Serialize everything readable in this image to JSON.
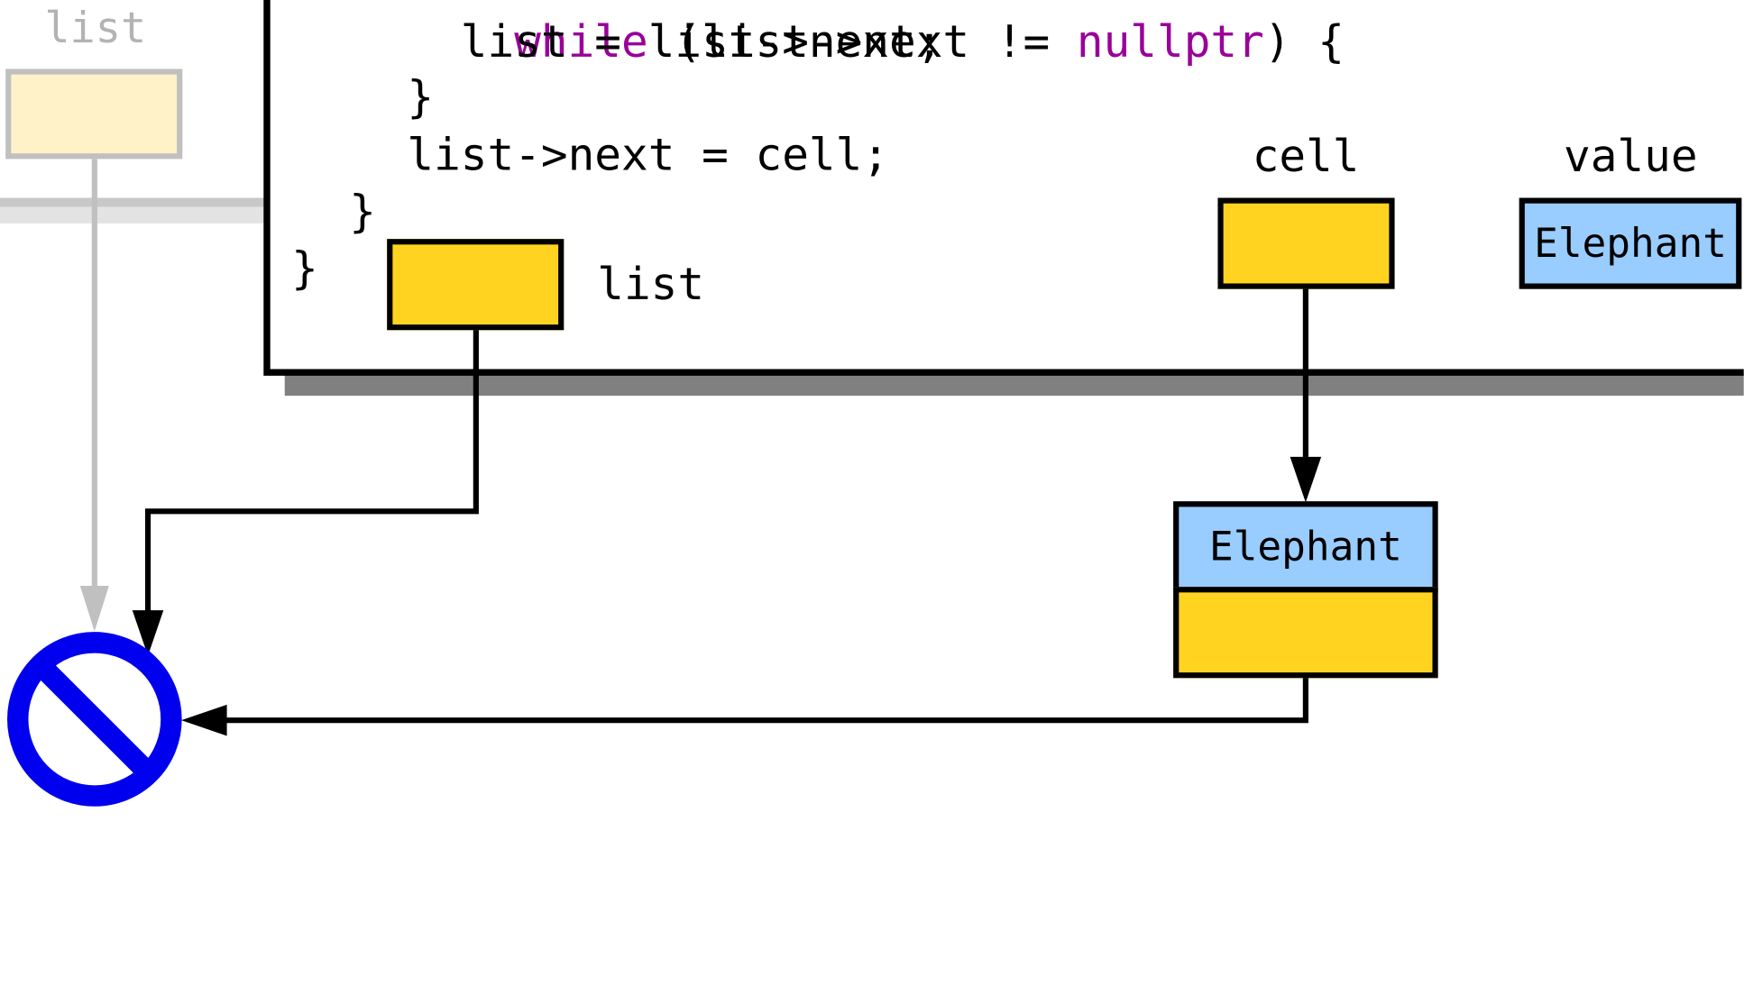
{
  "code": {
    "lines": [
      "while (list->next != nullptr) {",
      "  list = list->next;",
      "}",
      "list->next = cell;",
      "}",
      "}"
    ]
  },
  "left_variable": {
    "label": "list"
  },
  "frame_variables": {
    "list_label": "list",
    "cell_label": "cell",
    "value_label": "value",
    "value_text": "Elephant"
  },
  "heap_cell": {
    "value_text": "Elephant"
  },
  "colors": {
    "pointer_box": "#ffd320",
    "value_box": "#99ccff",
    "faded_box": "#fff2c9",
    "faded_stroke": "#c0c0c0",
    "null_symbol": "#0000ee",
    "frame_shadow": "#808080",
    "keyword": "#990099"
  },
  "icons": {
    "null_pointer": "prohibition-sign-icon"
  }
}
